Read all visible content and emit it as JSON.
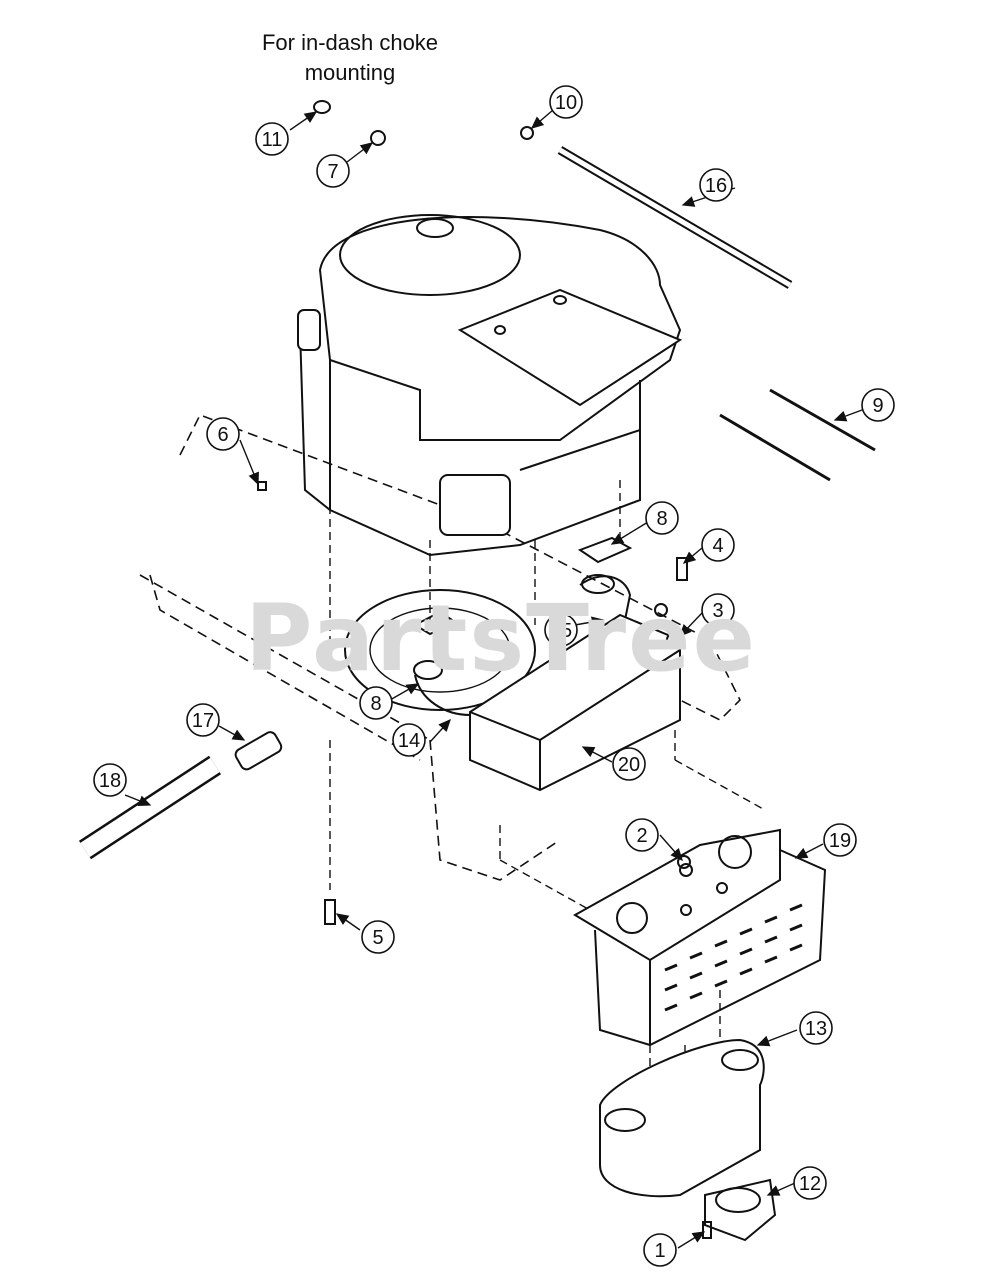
{
  "note": {
    "line1": "For in-dash choke",
    "line2": "mounting"
  },
  "watermark": "PartsTree",
  "callouts": [
    {
      "label": "1"
    },
    {
      "label": "2"
    },
    {
      "label": "3"
    },
    {
      "label": "4"
    },
    {
      "label": "5"
    },
    {
      "label": "6"
    },
    {
      "label": "7"
    },
    {
      "label": "8"
    },
    {
      "label": "8"
    },
    {
      "label": "9"
    },
    {
      "label": "10"
    },
    {
      "label": "11"
    },
    {
      "label": "12"
    },
    {
      "label": "13"
    },
    {
      "label": "14"
    },
    {
      "label": "15"
    },
    {
      "label": "16"
    },
    {
      "label": "17"
    },
    {
      "label": "18"
    },
    {
      "label": "19"
    },
    {
      "label": "20"
    }
  ]
}
